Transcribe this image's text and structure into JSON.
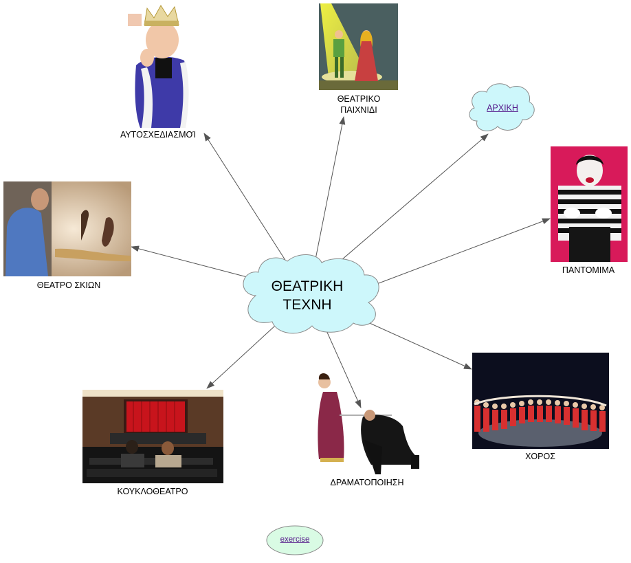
{
  "center": {
    "line1": "ΘΕΑΤΡΙΚΗ",
    "line2": "ΤΕΧΝΗ"
  },
  "nodes": {
    "improvisation": {
      "label": "ΑΥΤΟΣΧΕΔΙΑΣΜΟΊ"
    },
    "theatre_game": {
      "label_line1": "ΘΕΑΤΡΙΚΟ",
      "label_line2": "ΠΑΙΧΝΙΔΙ"
    },
    "home": {
      "label": "ΑΡΧΙΚΗ"
    },
    "pantomime": {
      "label": "ΠΑΝΤΟΜΙΜΑ"
    },
    "shadow_theatre": {
      "label": "ΘΕΑΤΡΟ ΣΚΙΩΝ"
    },
    "dance": {
      "label": "ΧΟΡΟΣ"
    },
    "dramatization": {
      "label": "ΔΡΑΜΑΤΟΠΟΙΗΣΗ"
    },
    "puppet_theatre": {
      "label": "ΚΟΥΚΛΟΘΕΑΤΡΟ"
    },
    "exercise": {
      "label": "exercise"
    }
  },
  "colors": {
    "cloud_fill": "#cdf7fb",
    "cloud_stroke": "#8a8a8a",
    "arrow": "#555555",
    "link": "#551a8b"
  }
}
